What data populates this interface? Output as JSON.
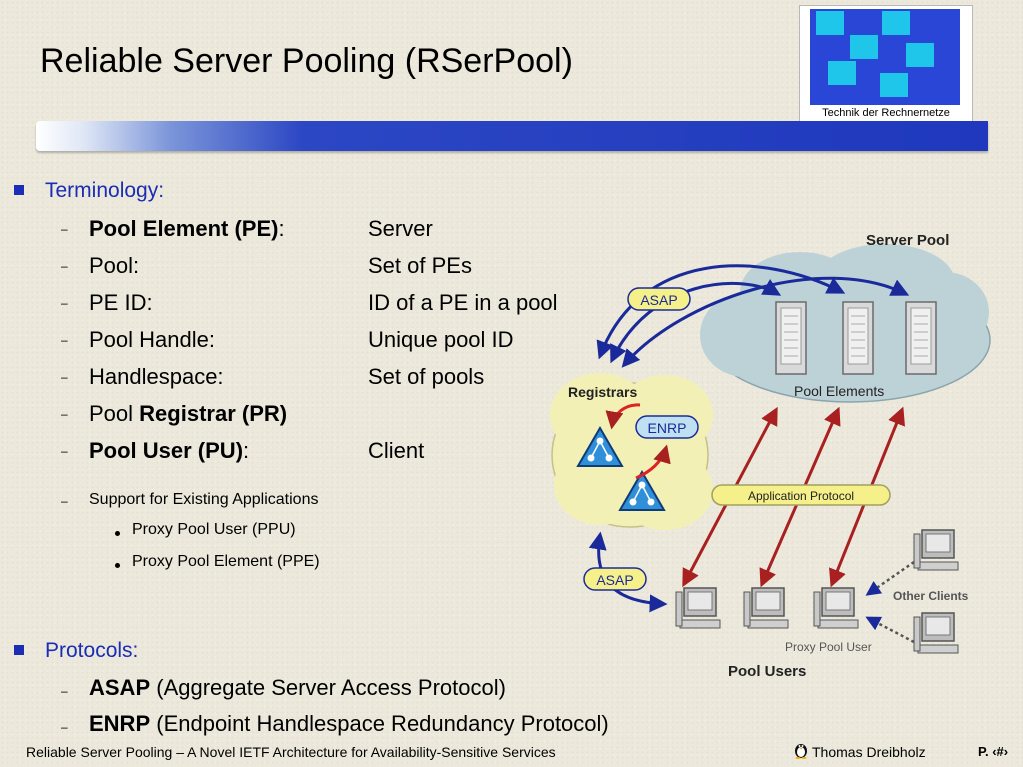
{
  "title": "Reliable Server Pooling (RSerPool)",
  "logo": {
    "text": "Technik der Rechnernetze"
  },
  "colors": {
    "heading": "#1a2db4",
    "bar": "#1f38bd",
    "asap_label": "#f5f08a",
    "arrow_blue": "#1a2a9a",
    "arrow_red": "#a82020"
  },
  "terminology": {
    "heading": "Terminology:",
    "items": [
      {
        "term_bold": "Pool Element (PE)",
        "term_suffix": ":",
        "definition": "Server"
      },
      {
        "term": "Pool:",
        "definition": "Set of PEs"
      },
      {
        "term": "PE ID:",
        "definition": "ID of a PE in a pool"
      },
      {
        "term": "Pool Handle:",
        "definition": "Unique pool ID"
      },
      {
        "term": "Handlespace:",
        "definition": "Set of pools"
      },
      {
        "term_prefix": "Pool ",
        "term_bold": "Registrar (PR)"
      },
      {
        "term_bold": "Pool User (PU)",
        "term_suffix": ":",
        "definition": "Client"
      }
    ],
    "support": {
      "label": "Support for Existing Applications",
      "items": [
        "Proxy Pool User (PPU)",
        "Proxy Pool Element (PPE)"
      ]
    }
  },
  "protocols": {
    "heading": "Protocols:",
    "items": [
      {
        "bold": "ASAP",
        "rest": " (Aggregate Server Access Protocol)"
      },
      {
        "bold": "ENRP",
        "rest": " (Endpoint Handlespace Redundancy Protocol)"
      }
    ]
  },
  "diagram": {
    "server_pool": "Server Pool",
    "pool_elements": "Pool Elements",
    "registrars": "Registrars",
    "enrp": "ENRP",
    "asap_top": "ASAP",
    "asap_bottom": "ASAP",
    "application_protocol": "Application Protocol",
    "other_clients": "Other Clients",
    "proxy_pool_user": "Proxy Pool User",
    "pool_users": "Pool Users"
  },
  "footer": {
    "left": "Reliable Server Pooling – A Novel IETF Architecture for Availability-Sensitive Services",
    "author": "Thomas Dreibholz",
    "page": "P. ‹#›"
  }
}
